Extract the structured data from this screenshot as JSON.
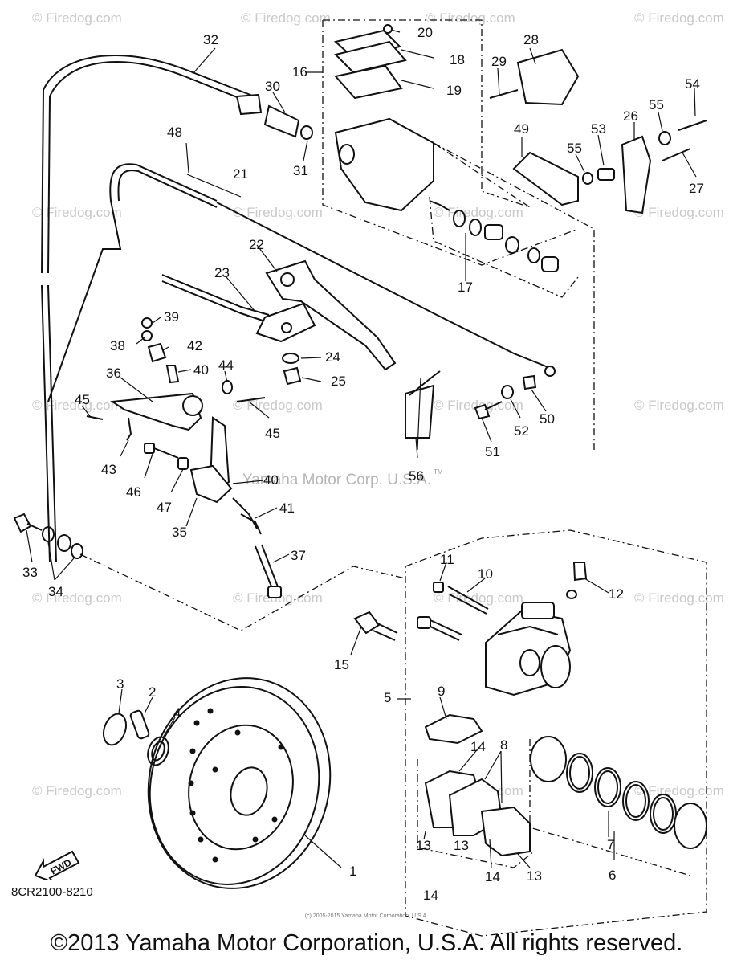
{
  "watermarks": {
    "site": "© Firedog.com",
    "mid_text": "Yamaha Motor Corp, U.S.A."
  },
  "callouts": [
    "1",
    "2",
    "3",
    "4",
    "5",
    "6",
    "7",
    "8",
    "9",
    "10",
    "11",
    "12",
    "13",
    "13",
    "13",
    "14",
    "14",
    "14",
    "15",
    "16",
    "17",
    "18",
    "19",
    "20",
    "21",
    "22",
    "23",
    "24",
    "25",
    "26",
    "27",
    "28",
    "29",
    "30",
    "31",
    "32",
    "33",
    "34",
    "35",
    "36",
    "37",
    "38",
    "39",
    "40",
    "40",
    "41",
    "42",
    "43",
    "44",
    "45",
    "45",
    "46",
    "47",
    "48",
    "49",
    "50",
    "51",
    "52",
    "53",
    "54",
    "55",
    "55",
    "56"
  ],
  "fwd_label": "FWD",
  "diagram_code": "8CR2100-8210",
  "small_credit": "(c) 2005-2015 Yamaha Motor Corporation, U.S.A.",
  "tm": "TM",
  "footer": "©2013 Yamaha Motor Corporation, U.S.A. All rights reserved."
}
